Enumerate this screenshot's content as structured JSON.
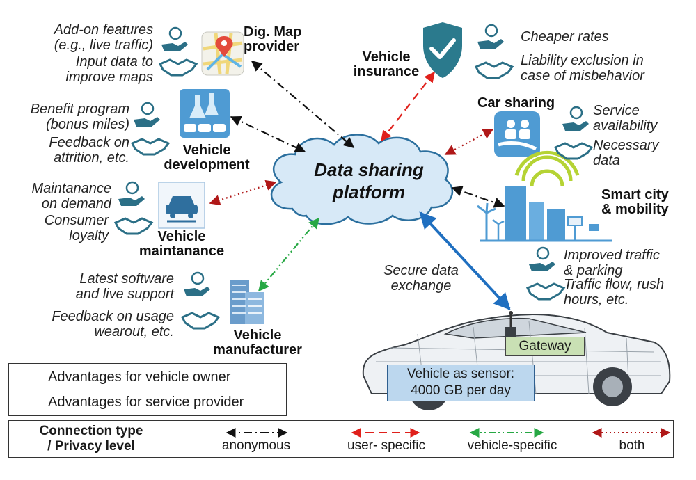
{
  "platform": {
    "line1": "Data sharing",
    "line2": "platform"
  },
  "nodes": {
    "map": {
      "line1": "Dig. Map",
      "line2": "provider",
      "owner": "Add-on features\n(e.g., live traffic)",
      "provider": "Input data to\nimprove maps"
    },
    "insurance": {
      "line1": "Vehicle",
      "line2": "insurance",
      "owner": "Cheaper rates",
      "provider": "Liability exclusion in\ncase of misbehavior"
    },
    "development": {
      "line1": "Vehicle",
      "line2": "development",
      "owner": "Benefit program\n(bonus miles)",
      "provider": "Feedback on\nattrition, etc."
    },
    "carsharing": {
      "line1": "Car sharing",
      "owner": "Service\navailability",
      "provider": "Necessary\ndata"
    },
    "maintenance": {
      "line1": "Vehicle",
      "line2": "maintanance",
      "owner": "Maintanance\non demand",
      "provider": "Consumer\nloyalty"
    },
    "smartcity": {
      "line1": "Smart city",
      "line2": "& mobility",
      "owner": "Improved traffic\n& parking",
      "provider": "Traffic flow, rush\nhours, etc."
    },
    "manufacturer": {
      "line1": "Vehicle",
      "line2": "manufacturer",
      "owner": "Latest software\nand live support",
      "provider": "Feedback on usage\nwearout, etc."
    }
  },
  "secure_link": "Secure data\nexchange",
  "car": {
    "gateway": "Gateway",
    "sensor_line1": "Vehicle as sensor:",
    "sensor_line2": "4000 GB per day"
  },
  "legend": {
    "owner": "Advantages for vehicle owner",
    "provider": "Advantages for service provider"
  },
  "connection": {
    "title_line1": "Connection type",
    "title_line2": "/ Privacy level",
    "types": [
      {
        "label": "anonymous",
        "color": "#111111",
        "style": "dash-dot"
      },
      {
        "label": "user- specific",
        "color": "#e0201b",
        "style": "dashed"
      },
      {
        "label": "vehicle-specific",
        "color": "#27a844",
        "style": "dash-dot-dot"
      },
      {
        "label": "both",
        "color": "#b01818",
        "style": "dotted"
      }
    ]
  },
  "colors": {
    "icon_teal": "#2b6f86",
    "icon_blue": "#2f7fc1",
    "link_blue": "#1f6fc0",
    "cloud_fill": "#d7e9f7",
    "gateway_bg": "#c9e0b4",
    "sensor_bg": "#bcd7ee"
  }
}
